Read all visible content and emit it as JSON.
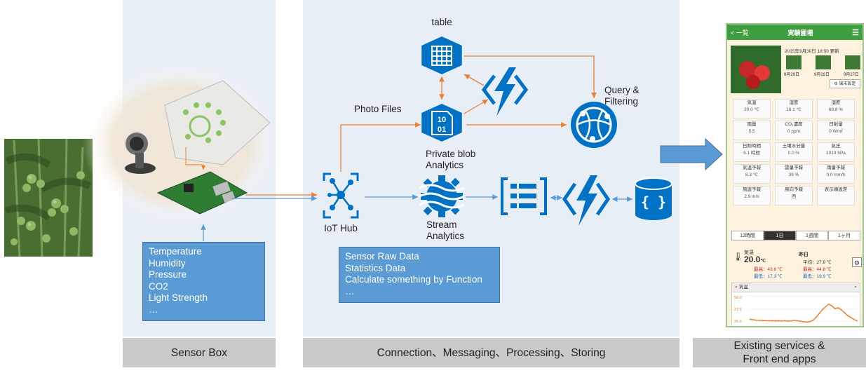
{
  "panels": {
    "sensor_footer": "Sensor Box",
    "cloud_footer": "Connection、Messaging、Processing、Storing",
    "apps_footer": "Existing services &\nFront end apps"
  },
  "sensor_list": [
    "Temperature",
    "Humidity",
    "Pressure",
    "CO2",
    "Light Strength",
    "…"
  ],
  "cloud_list": [
    "Sensor Raw Data",
    "Statistics Data",
    "Calculate something by Function",
    "…"
  ],
  "nodes": {
    "table": "table",
    "photo_files": "Photo Files",
    "private_blob_1": "Private blob",
    "private_blob_2": "Analytics",
    "query_1": "Query &",
    "query_2": "Filtering",
    "iot_hub": "IoT Hub",
    "stream_1": "Stream",
    "stream_2": "Analytics",
    "blob_icon_line1": "10",
    "blob_icon_line2": "01",
    "docdb_glyph": "{ }"
  },
  "colors": {
    "azure_blue": "#0072c6",
    "arrow_orange": "#ed7d31",
    "arrow_blue": "#5b9bd5",
    "panel_bg": "#e8eef6",
    "footer_bg": "#c9c9c9"
  },
  "phone": {
    "back_label": "< 一覧",
    "title": "実験圃場",
    "menu_icon": "hamburger-icon",
    "updated": "2015年9月30日 18:50 更新",
    "thumb_dates": [
      "9月29日",
      "9月28日",
      "9月27日"
    ],
    "settings_button": "端末設定",
    "tiles": [
      {
        "label": "気温",
        "value": "20.0 ℃"
      },
      {
        "label": "湿度",
        "value": "16.1 ℃"
      },
      {
        "label": "湿度",
        "value": "68.8 %"
      },
      {
        "label": "雨量",
        "value": "5.5"
      },
      {
        "label": "CO₂濃度",
        "value": "0 ppm"
      },
      {
        "label": "日射量",
        "value": "0 W/㎡"
      },
      {
        "label": "日照時間",
        "value": "5.1 時間"
      },
      {
        "label": "土壌水分量",
        "value": "0.0 %"
      },
      {
        "label": "気圧",
        "value": "1019 hPa"
      },
      {
        "label": "気温予報",
        "value": "8.3 ℃"
      },
      {
        "label": "雲量予報",
        "value": "39 %"
      },
      {
        "label": "雨量予報",
        "value": "0.0 mm/h"
      },
      {
        "label": "風速予報",
        "value": "2.9 m/s"
      },
      {
        "label": "風向予報",
        "value": "西"
      },
      {
        "label": "表示順設定",
        "value": ""
      }
    ],
    "ranges": [
      "12時間",
      "1日",
      "1週間",
      "1ヶ月"
    ],
    "selected_range": "1日",
    "today_label": "気温",
    "today_value": "20.0",
    "today_unit": "℃",
    "today_max": "最高：43.6 ℃",
    "today_min": "最低：17.3 ℃",
    "yesterday_label": "昨日",
    "yesterday_avg": "平均：27.9 ℃",
    "yesterday_max": "最高：44.8 ℃",
    "yesterday_min": "最低：19.9 ℃",
    "chart_title": "気温",
    "chart_ticks": [
      "50.0",
      "37.5",
      "25.0"
    ],
    "chart_series": [
      27,
      26.5,
      26,
      26,
      25.8,
      25.5,
      25.5,
      25.6,
      25.4,
      25.5,
      25.3,
      25.5,
      25,
      25.3,
      26,
      25.5,
      25,
      24.5,
      24,
      24.5,
      26,
      29,
      33,
      37,
      40,
      42.5,
      41,
      38,
      39,
      37,
      34,
      31,
      29,
      27,
      25.5
    ]
  }
}
